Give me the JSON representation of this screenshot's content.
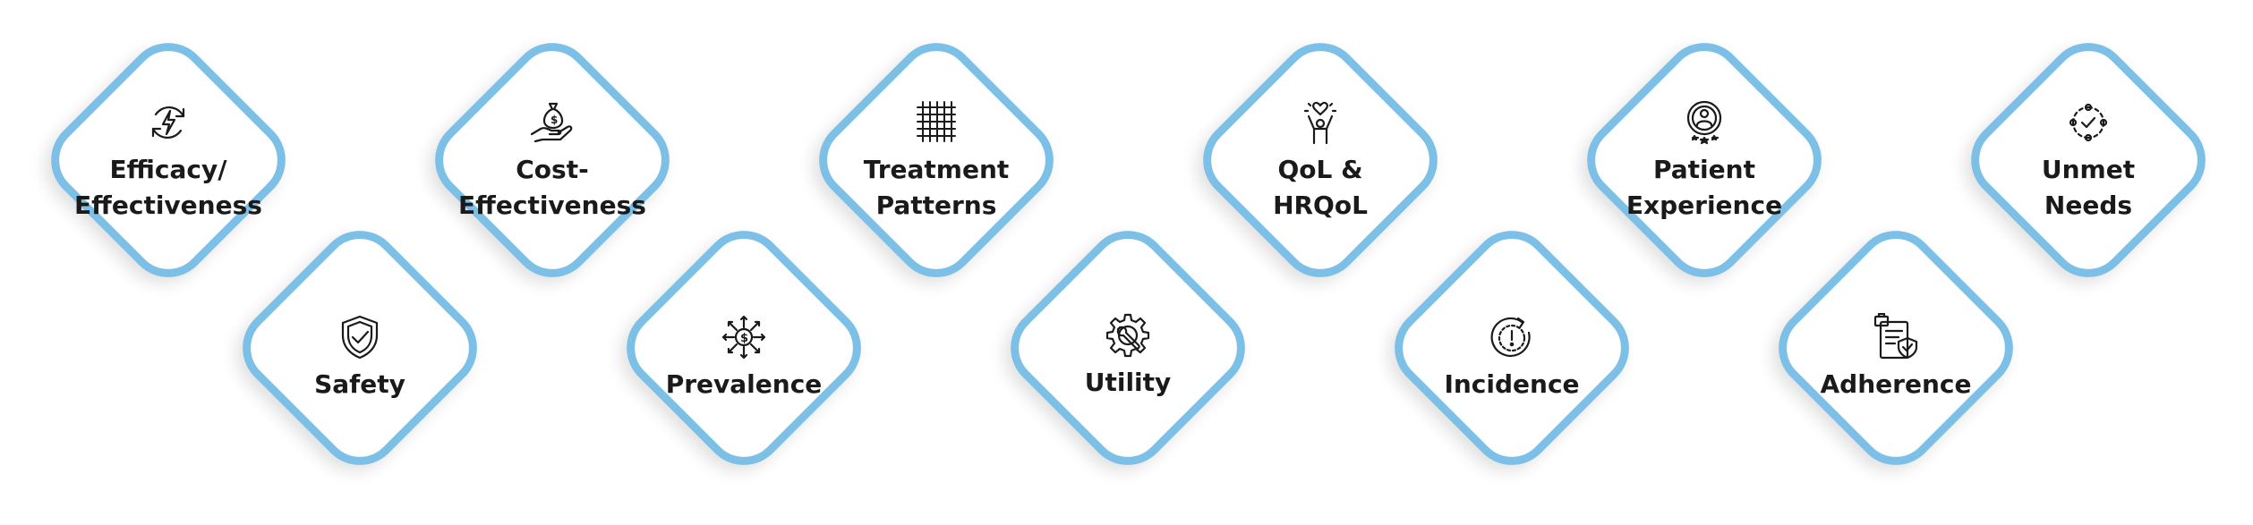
{
  "tiles": [
    {
      "label": "Efficacy/\nEffectiveness",
      "icon": "efficacy-icon"
    },
    {
      "label": "Safety",
      "icon": "shield-check-icon"
    },
    {
      "label": "Cost-\nEffectiveness",
      "icon": "money-bag-hand-icon"
    },
    {
      "label": "Prevalence",
      "icon": "dollar-spread-icon"
    },
    {
      "label": "Treatment\nPatterns",
      "icon": "pattern-grid-icon"
    },
    {
      "label": "Utility",
      "icon": "gear-wrench-icon"
    },
    {
      "label": "QoL &\nHRQoL",
      "icon": "person-heart-icon"
    },
    {
      "label": "Incidence",
      "icon": "alert-refresh-icon"
    },
    {
      "label": "Patient\nExperience",
      "icon": "patient-rating-icon"
    },
    {
      "label": "Adherence",
      "icon": "document-shield-icon"
    },
    {
      "label": "Unmet\nNeeds",
      "icon": "check-cycle-icon"
    }
  ],
  "colors": {
    "border": "#7cc0e8",
    "text": "#1a1a1a"
  }
}
